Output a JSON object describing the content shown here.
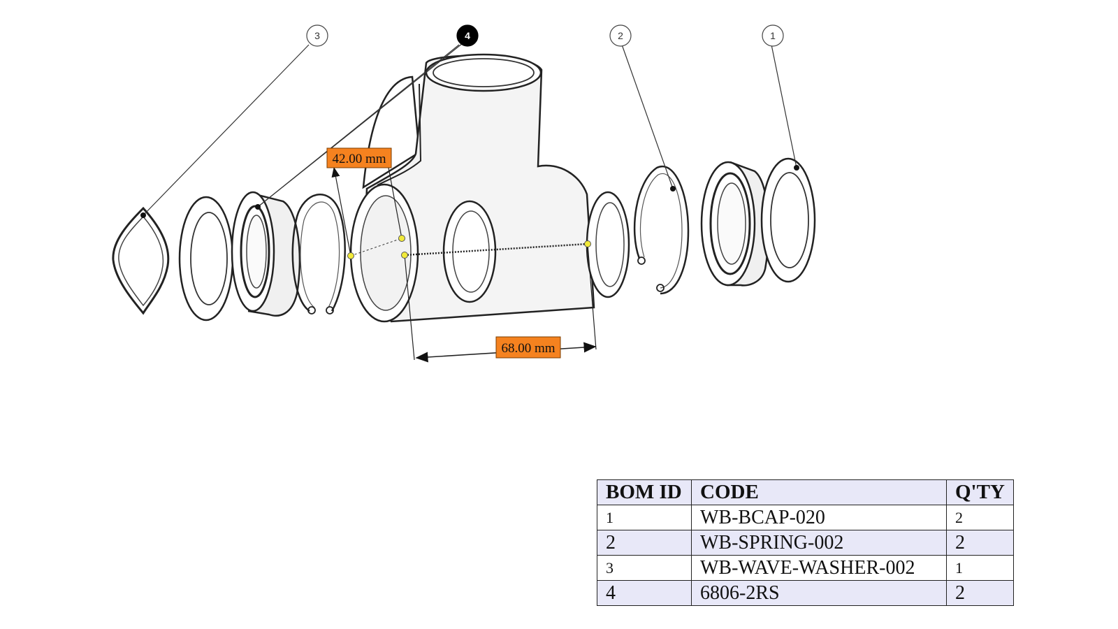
{
  "balloons": [
    {
      "label": "3",
      "selected": false
    },
    {
      "label": "4",
      "selected": true
    },
    {
      "label": "2",
      "selected": false
    },
    {
      "label": "1",
      "selected": false
    }
  ],
  "dimensions": {
    "diameter": "42.00 mm",
    "width": "68.00 mm"
  },
  "bom": {
    "headers": {
      "id": "BOM ID",
      "code": "CODE",
      "qty": "Q'TY"
    },
    "rows": [
      {
        "id": "1",
        "code": "WB-BCAP-020",
        "qty": "2"
      },
      {
        "id": "2",
        "code": "WB-SPRING-002",
        "qty": "2"
      },
      {
        "id": "3",
        "code": "WB-WAVE-WASHER-002",
        "qty": "1"
      },
      {
        "id": "4",
        "code": "6806-2RS",
        "qty": "2"
      }
    ]
  },
  "colors": {
    "dimension_label_bg": "#f5821f",
    "selected_balloon": "#000000",
    "measure_point": "#f2ea3a",
    "table_header_bg": "#e8e8f8"
  }
}
